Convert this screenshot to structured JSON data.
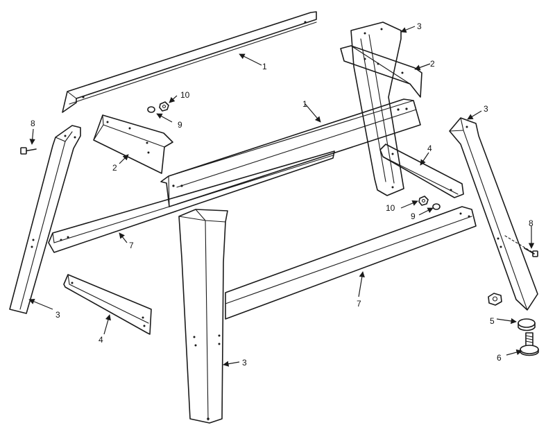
{
  "callouts": {
    "c1a": "1",
    "c1b": "1",
    "c2a": "2",
    "c2b": "2",
    "c3a": "3",
    "c3b": "3",
    "c3c": "3",
    "c3d": "3",
    "c4a": "4",
    "c4b": "4",
    "c5": "5",
    "c6": "6",
    "c7a": "7",
    "c7b": "7",
    "c8a": "8",
    "c8b": "8",
    "c9a": "9",
    "c9b": "9",
    "c10a": "10",
    "c10b": "10"
  }
}
